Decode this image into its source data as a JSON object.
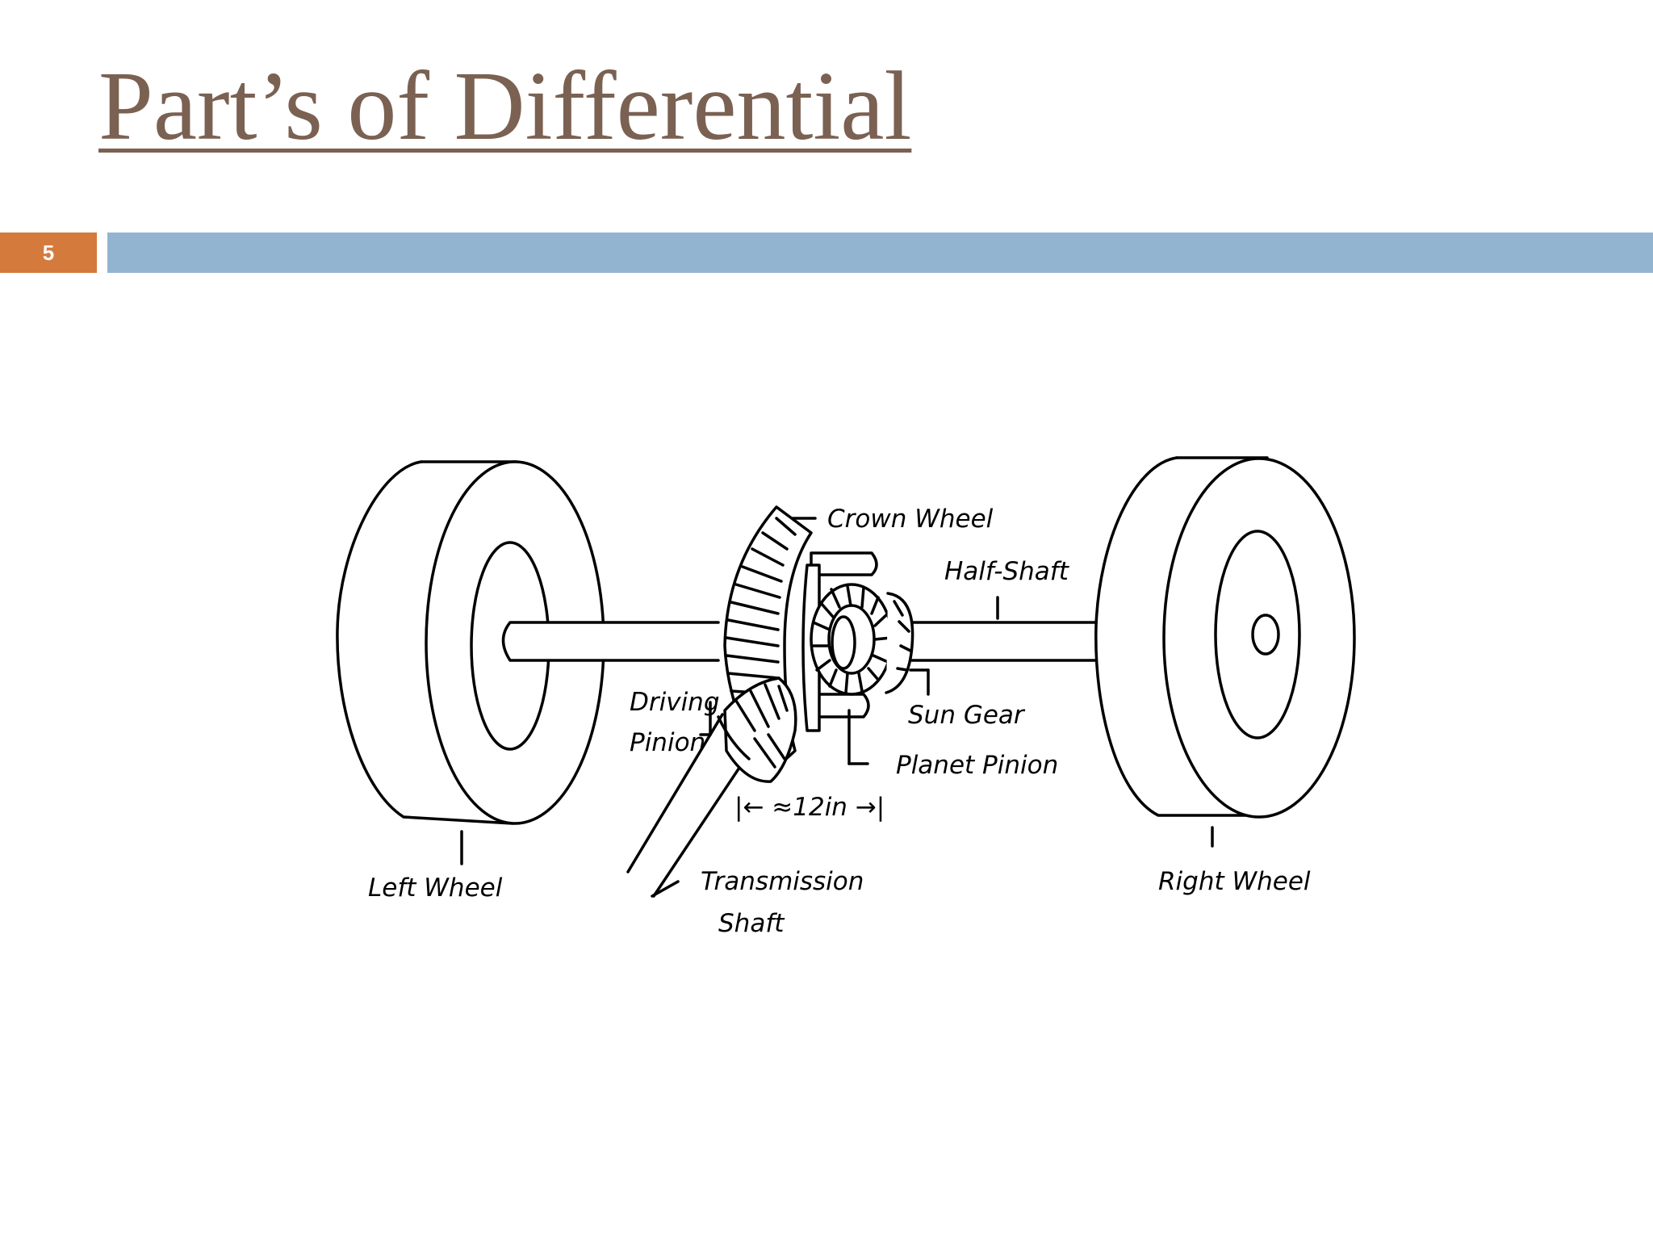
{
  "slide": {
    "title": "Part’s of Differential",
    "number": "5",
    "accent_color": "#d57a3d",
    "band_color": "#93b4d1",
    "title_color": "#7a6152"
  },
  "diagram": {
    "labels": {
      "crown_wheel": "Crown Wheel",
      "half_shaft": "Half-Shaft",
      "sun_gear": "Sun Gear",
      "planet_pinion": "Planet Pinion",
      "driving": "Driving",
      "pinion": "Pinion",
      "dimension": "|← ≈12in →|",
      "left_wheel": "Left Wheel",
      "right_wheel": "Right Wheel",
      "transmission": "Transmission",
      "shaft": "Shaft"
    }
  }
}
